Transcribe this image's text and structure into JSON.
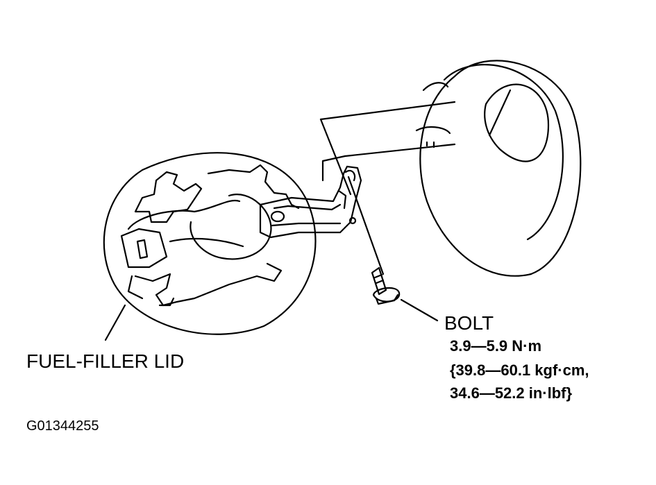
{
  "labels": {
    "fuel_filler_lid": "FUEL-FILLER LID",
    "bolt": "BOLT",
    "torque_line_1": "3.9—5.9 N·m",
    "torque_line_2": "{39.8—60.1 kgf·cm,",
    "torque_line_3": "34.6—52.2 in·lbf}",
    "figure_id": "G01344255"
  },
  "colors": {
    "ink": "#000000",
    "paper": "#ffffff"
  }
}
